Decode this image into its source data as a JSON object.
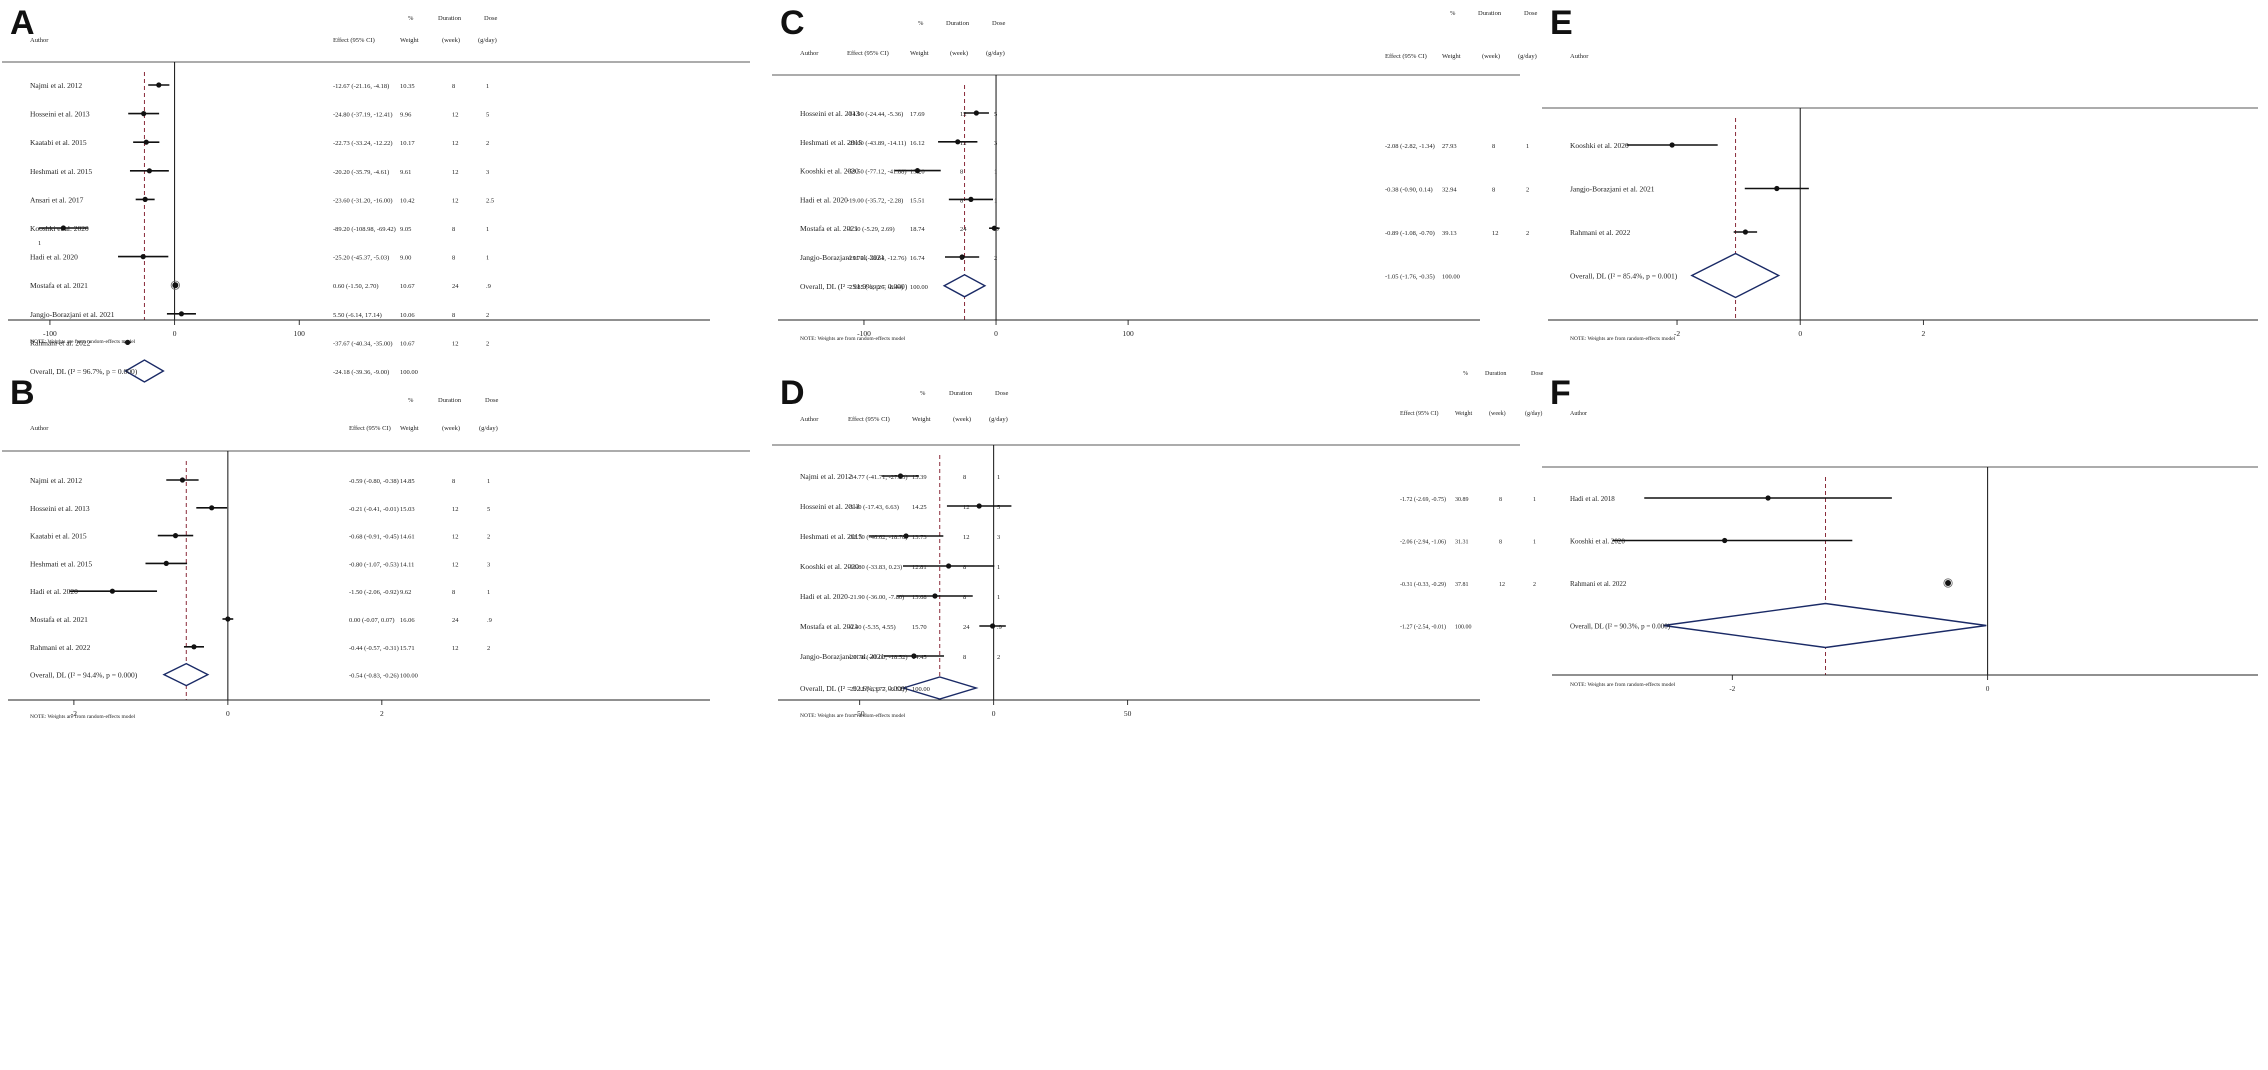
{
  "chart_data": [
    {
      "type": "forest",
      "panel_label": "A",
      "headers": {
        "author": "Author",
        "effect": "Effect (95% CI)",
        "weight_top": "%",
        "weight": "Weight",
        "duration_top": "Duration",
        "duration": "(week)",
        "dose_top": "Dose",
        "dose": "(g/day)"
      },
      "studies": [
        {
          "author": "Najmi et al. 2012",
          "effect": -12.67,
          "lo": -21.16,
          "hi": -4.18,
          "ci_text": "-12.67 (-21.16, -4.18)",
          "weight": "10.35",
          "duration": "8",
          "dose": "1"
        },
        {
          "author": "Hosseini et al. 2013",
          "effect": -24.8,
          "lo": -37.19,
          "hi": -12.41,
          "ci_text": "-24.80 (-37.19, -12.41)",
          "weight": "9.96",
          "duration": "12",
          "dose": "5"
        },
        {
          "author": "Kaatabi et al. 2015",
          "effect": -22.73,
          "lo": -33.24,
          "hi": -12.22,
          "ci_text": "-22.73 (-33.24, -12.22)",
          "weight": "10.17",
          "duration": "12",
          "dose": "2"
        },
        {
          "author": "Heshmati et al. 2015",
          "effect": -20.2,
          "lo": -35.79,
          "hi": -4.61,
          "ci_text": "-20.20 (-35.79, -4.61)",
          "weight": "9.61",
          "duration": "12",
          "dose": "3"
        },
        {
          "author": "Ansari et al. 2017",
          "effect": -23.6,
          "lo": -31.2,
          "hi": -16.0,
          "ci_text": "-23.60 (-31.20, -16.00)",
          "weight": "10.42",
          "duration": "12",
          "dose": "2.5"
        },
        {
          "author": "Kooshki et al. 2020",
          "effect": -89.2,
          "lo": -108.98,
          "hi": -69.42,
          "ci_text": "-89.20 (-108.98, -69.42)",
          "weight": "9.05",
          "duration": "8",
          "dose": "1"
        },
        {
          "author": "Hadi et al. 2020",
          "effect": -25.2,
          "lo": -45.37,
          "hi": -5.03,
          "ci_text": "-25.20 (-45.37, -5.03)",
          "weight": "9.00",
          "duration": "8",
          "dose": "1"
        },
        {
          "author": "Mostafa et al. 2021",
          "effect": 0.6,
          "lo": -1.5,
          "hi": 2.7,
          "ci_text": "0.60 (-1.50, 2.70)",
          "weight": "10.67",
          "duration": "24",
          "dose": ".9"
        },
        {
          "author": "Jangjo-Borazjani et al. 2021",
          "effect": 5.5,
          "lo": -6.14,
          "hi": 17.14,
          "ci_text": "5.50 (-6.14, 17.14)",
          "weight": "10.06",
          "duration": "8",
          "dose": "2"
        },
        {
          "author": "Rahmani et al. 2022",
          "effect": -37.67,
          "lo": -40.34,
          "hi": -35.0,
          "ci_text": "-37.67 (-40.34, -35.00)",
          "weight": "10.67",
          "duration": "12",
          "dose": "2"
        }
      ],
      "overall": {
        "label": "Overall, DL (I² = 96.7%, p = 0.000)",
        "effect": -24.18,
        "lo": -39.36,
        "hi": -9.0,
        "ci_text": "-24.18 (-39.36, -9.00)",
        "weight": "100.00"
      },
      "x_ticks": [
        -100,
        0,
        100
      ],
      "xlim": [
        -124,
        253
      ],
      "stray_mark": "1",
      "note": "NOTE: Weights are from random-effects model"
    },
    {
      "type": "forest",
      "panel_label": "B",
      "headers": {
        "author": "Author",
        "effect": "Effect (95% CI)",
        "weight_top": "%",
        "weight": "Weight",
        "duration_top": "Duration",
        "duration": "(week)",
        "dose_top": "Dose",
        "dose": "(g/day)"
      },
      "studies": [
        {
          "author": "Najmi et al. 2012",
          "effect": -0.59,
          "lo": -0.8,
          "hi": -0.38,
          "ci_text": "-0.59 (-0.80, -0.38)",
          "weight": "14.85",
          "duration": "8",
          "dose": "1"
        },
        {
          "author": "Hosseini et al. 2013",
          "effect": -0.21,
          "lo": -0.41,
          "hi": -0.01,
          "ci_text": "-0.21 (-0.41, -0.01)",
          "weight": "15.03",
          "duration": "12",
          "dose": "5"
        },
        {
          "author": "Kaatabi et al. 2015",
          "effect": -0.68,
          "lo": -0.91,
          "hi": -0.45,
          "ci_text": "-0.68 (-0.91, -0.45)",
          "weight": "14.61",
          "duration": "12",
          "dose": "2"
        },
        {
          "author": "Heshmati et al. 2015",
          "effect": -0.8,
          "lo": -1.07,
          "hi": -0.53,
          "ci_text": "-0.80 (-1.07, -0.53)",
          "weight": "14.11",
          "duration": "12",
          "dose": "3"
        },
        {
          "author": "Hadi et al. 2020",
          "effect": -1.5,
          "lo": -2.06,
          "hi": -0.92,
          "ci_text": "-1.50 (-2.06, -0.92)",
          "weight": "9.62",
          "duration": "8",
          "dose": "1"
        },
        {
          "author": "Mostafa et al. 2021",
          "effect": 0.0,
          "lo": -0.07,
          "hi": 0.07,
          "ci_text": "0.00 (-0.07, 0.07)",
          "weight": "16.06",
          "duration": "24",
          "dose": ".9"
        },
        {
          "author": "Rahmani et al. 2022",
          "effect": -0.44,
          "lo": -0.57,
          "hi": -0.31,
          "ci_text": "-0.44 (-0.57, -0.31)",
          "weight": "15.71",
          "duration": "12",
          "dose": "2"
        }
      ],
      "overall": {
        "label": "Overall, DL (I² = 94.4%, p = 0.000)",
        "effect": -0.54,
        "lo": -0.83,
        "hi": -0.26,
        "ci_text": "-0.54 (-0.83, -0.26)",
        "weight": "100.00"
      },
      "x_ticks": [
        -2,
        0,
        2
      ],
      "xlim": [
        -2.7,
        3.6
      ],
      "note": "NOTE: Weights are from random-effects model"
    },
    {
      "type": "forest",
      "panel_label": "C",
      "headers": {
        "author": "Author",
        "effect": "Effect (95% CI)",
        "weight_top": "%",
        "weight": "Weight",
        "duration_top": "Duration",
        "duration": "(week)",
        "dose_top": "Dose",
        "dose": "(g/day)"
      },
      "studies": [
        {
          "author": "Hosseini et al. 2013",
          "effect": -14.9,
          "lo": -24.44,
          "hi": -5.36,
          "ci_text": "-14.90 (-24.44, -5.36)",
          "weight": "17.69",
          "duration": "12",
          "dose": "5"
        },
        {
          "author": "Heshmati et al. 2015",
          "effect": -29.0,
          "lo": -43.89,
          "hi": -14.11,
          "ci_text": "-29.00 (-43.89, -14.11)",
          "weight": "16.12",
          "duration": "12",
          "dose": "3"
        },
        {
          "author": "Kooshki et al. 2020",
          "effect": -59.5,
          "lo": -77.12,
          "hi": -41.88,
          "ci_text": "-59.50 (-77.12, -41.88)",
          "weight": "15.20",
          "duration": "8",
          "dose": "1"
        },
        {
          "author": "Hadi et al. 2020",
          "effect": -19.0,
          "lo": -35.72,
          "hi": -2.28,
          "ci_text": "-19.00 (-35.72, -2.28)",
          "weight": "15.51",
          "duration": "8",
          "dose": "1"
        },
        {
          "author": "Mostafa et al. 2021",
          "effect": -1.3,
          "lo": -5.29,
          "hi": 2.69,
          "ci_text": "-1.30 (-5.29, 2.69)",
          "weight": "18.74",
          "duration": "24",
          "dose": ".9"
        },
        {
          "author": "Jangjo-Borazjani et al. 2021",
          "effect": -25.7,
          "lo": -38.64,
          "hi": -12.76,
          "ci_text": "-25.70 (-38.64, -12.76)",
          "weight": "16.74",
          "duration": "8",
          "dose": "2"
        }
      ],
      "overall": {
        "label": "Overall, DL (I² = 91.9%, p = 0.000)",
        "effect": -23.85,
        "lo": -39.26,
        "hi": -8.44,
        "ci_text": "-23.85 (-39.26, -8.44)",
        "weight": "100.00"
      },
      "x_ticks": [
        -100,
        0,
        100
      ],
      "xlim": [
        -156,
        215
      ],
      "note": "NOTE: Weights are from random-effects model"
    },
    {
      "type": "forest",
      "panel_label": "D",
      "headers": {
        "author": "Author",
        "effect": "Effect (95% CI)",
        "weight_top": "%",
        "weight": "Weight",
        "duration_top": "Duration",
        "duration": "(week)",
        "dose_top": "Dose",
        "dose": "(g/day)"
      },
      "studies": [
        {
          "author": "Najmi et al. 2012",
          "effect": -34.77,
          "lo": -41.71,
          "hi": -27.83,
          "ci_text": "-34.77 (-41.71, -27.83)",
          "weight": "15.39",
          "duration": "8",
          "dose": "1"
        },
        {
          "author": "Hosseini et al. 2013",
          "effect": -5.4,
          "lo": -17.43,
          "hi": 6.63,
          "ci_text": "-5.40 (-17.43, 6.63)",
          "weight": "14.25",
          "duration": "12",
          "dose": "5"
        },
        {
          "author": "Heshmati et al. 2015",
          "effect": -32.7,
          "lo": -46.62,
          "hi": -18.78,
          "ci_text": "-32.70 (-46.62, -18.78)",
          "weight": "13.73",
          "duration": "12",
          "dose": "3"
        },
        {
          "author": "Kooshki et al. 2020",
          "effect": -16.8,
          "lo": -33.83,
          "hi": 0.23,
          "ci_text": "-16.80 (-33.83, 0.23)",
          "weight": "12.81",
          "duration": "8",
          "dose": "1"
        },
        {
          "author": "Hadi et al. 2020",
          "effect": -21.9,
          "lo": -36.0,
          "hi": -7.8,
          "ci_text": "-21.90 (-36.00, -7.80)",
          "weight": "13.68",
          "duration": "8",
          "dose": "1"
        },
        {
          "author": "Mostafa et al. 2021",
          "effect": -0.4,
          "lo": -5.35,
          "hi": 4.55,
          "ci_text": "-0.40 (-5.35, 4.55)",
          "weight": "15.70",
          "duration": "24",
          "dose": ".9"
        },
        {
          "author": "Jangjo-Borazjani et al. 2021",
          "effect": -29.76,
          "lo": -41.0,
          "hi": -18.52,
          "ci_text": "-29.76 (-41.00, -18.52)",
          "weight": "14.45",
          "duration": "8",
          "dose": "2"
        }
      ],
      "overall": {
        "label": "Overall, DL (I² = 92.6%, p = 0.000)",
        "effect": -20.12,
        "lo": -33.72,
        "hi": -6.52,
        "ci_text": "-20.12 (-33.72, -6.52)",
        "weight": "100.00"
      },
      "x_ticks": [
        -50,
        0,
        50
      ],
      "xlim": [
        -76,
        105
      ],
      "note": "NOTE: Weights are from random-effects model"
    },
    {
      "type": "forest",
      "panel_label": "E",
      "headers": {
        "author": "Author",
        "effect": "Effect (95% CI)",
        "weight_top": "%",
        "weight": "Weight",
        "duration_top": "Duration",
        "duration": "(week)",
        "dose_top": "Dose",
        "dose": "(g/day)"
      },
      "studies": [
        {
          "author": "Kooshki et al. 2020",
          "effect": -2.08,
          "lo": -2.82,
          "hi": -1.34,
          "ci_text": "-2.08 (-2.82, -1.34)",
          "weight": "27.93",
          "duration": "8",
          "dose": "1"
        },
        {
          "author": "Jangjo-Borazjani et al. 2021",
          "effect": -0.38,
          "lo": -0.9,
          "hi": 0.14,
          "ci_text": "-0.38 (-0.90, 0.14)",
          "weight": "32.94",
          "duration": "8",
          "dose": "2"
        },
        {
          "author": "Rahmani et al. 2022",
          "effect": -0.89,
          "lo": -1.08,
          "hi": -0.7,
          "ci_text": "-0.89 (-1.08, -0.70)",
          "weight": "39.13",
          "duration": "12",
          "dose": "2"
        }
      ],
      "overall": {
        "label": "Overall, DL (I² = 85.4%, p = 0.001)",
        "effect": -1.05,
        "lo": -1.76,
        "hi": -0.35,
        "ci_text": "-1.05 (-1.76, -0.35)",
        "weight": "100.00"
      },
      "x_ticks": [
        -2,
        0,
        2
      ],
      "xlim": [
        -3.9,
        3.0
      ],
      "note": "NOTE: Weights are from random-effects model"
    },
    {
      "type": "forest",
      "panel_label": "F",
      "headers": {
        "author": "Author",
        "effect": "Effect (95% CI)",
        "weight_top": "%",
        "weight": "Weight",
        "duration_top": "Duration",
        "duration": "(week)",
        "dose_top": "Dose",
        "dose": "(g/day)"
      },
      "studies": [
        {
          "author": "Hadi et al. 2018",
          "effect": -1.72,
          "lo": -2.69,
          "hi": -0.75,
          "ci_text": "-1.72 (-2.69, -0.75)",
          "weight": "30.89",
          "duration": "8",
          "dose": "1"
        },
        {
          "author": "Kooshki et al. 2020",
          "effect": -2.06,
          "lo": -2.94,
          "hi": -1.06,
          "ci_text": "-2.06 (-2.94, -1.06)",
          "weight": "31.31",
          "duration": "8",
          "dose": "1"
        },
        {
          "author": "Rahmani et al. 2022",
          "effect": -0.31,
          "lo": -0.33,
          "hi": -0.29,
          "ci_text": "-0.31 (-0.33, -0.29)",
          "weight": "37.81",
          "duration": "12",
          "dose": "2"
        }
      ],
      "overall": {
        "label": "Overall, DL (I² = 90.3%, p = 0.000)",
        "effect": -1.27,
        "lo": -2.54,
        "hi": -0.01,
        "ci_text": "-1.27 (-2.54, -0.01)",
        "weight": "100.00"
      },
      "x_ticks": [
        -2,
        0
      ],
      "xlim": [
        -3.35,
        0.05
      ],
      "note": "NOTE: Weights are from random-effects model"
    }
  ]
}
